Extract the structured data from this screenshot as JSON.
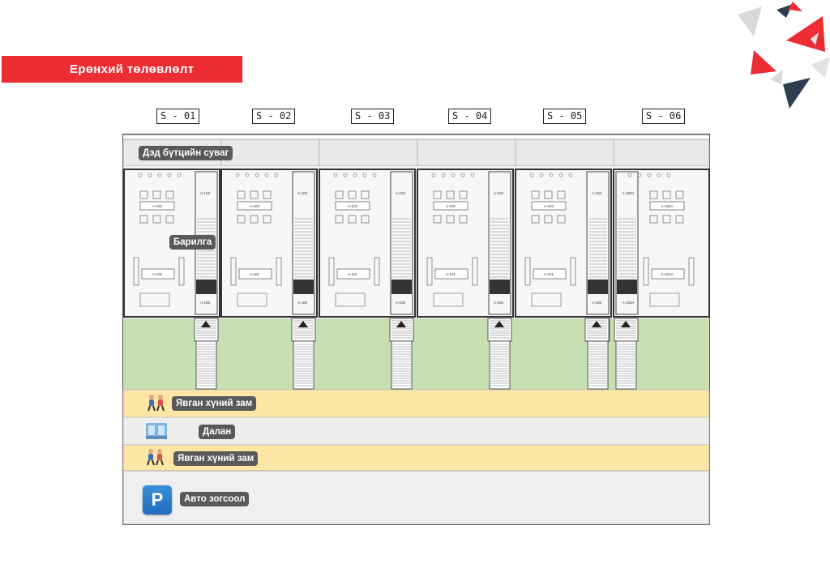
{
  "title": "Ерөнхий төлөвлөлт",
  "sections": [
    "S - 01",
    "S - 02",
    "S - 03",
    "S - 04",
    "S - 05",
    "S - 06"
  ],
  "zones": {
    "channel": "Дэд бүтцийн суваг",
    "building": "Барилга",
    "sidewalk_1": "Явган хүний зам",
    "dalan": "Далан",
    "sidewalk_2": "Явган хүний зам",
    "parking": "Авто зогсоол",
    "parking_sign": "P"
  },
  "room_labels": {
    "standard": [
      "A-103",
      "A-102",
      "A-101",
      "A-105"
    ],
    "last_unit": [
      "A-103A",
      "A-102A",
      "A-101A",
      "A-105A"
    ]
  },
  "colors": {
    "accent_red": "#ec2d34",
    "channel_gray": "#e9e9e9",
    "lawn_green": "#c6e0b4",
    "sidewalk_yellow": "#fde6a6",
    "dalan_gray": "#eeeeee",
    "parking_gray": "#efefef",
    "tag_gray": "#595959",
    "navy": "#2d3e50"
  }
}
